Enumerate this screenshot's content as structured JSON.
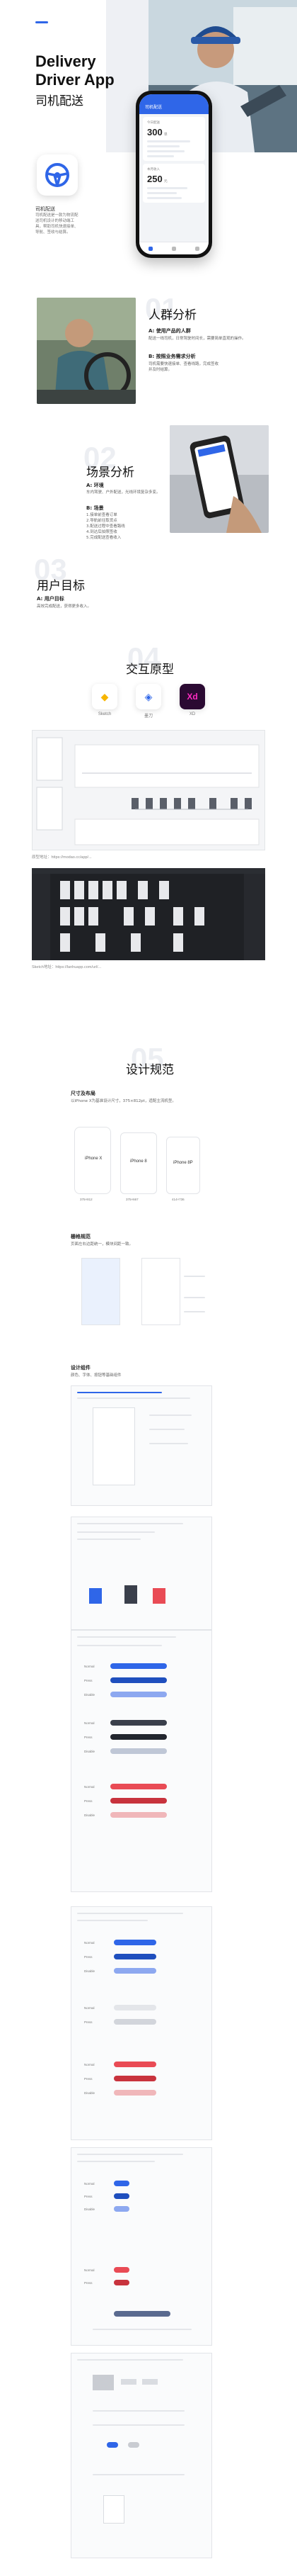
{
  "hero": {
    "title": "Delivery Driver App",
    "subtitle": "司机配送",
    "app_name": "司机配送",
    "app_desc": "司机配送是一款为物流配送司机设计的移动端工具，帮助司机快速接单、导航、签收与结算。",
    "phone": {
      "header": "司机配送",
      "card1_label": "今日配送",
      "card1_value": "300",
      "card1_unit": "单",
      "card2_label": "本月收入",
      "card2_value": "250",
      "card2_unit": "元"
    }
  },
  "persona": {
    "number": "01",
    "title": "人群分析",
    "a_title": "A: 使用产品的人群",
    "a_text": "配送一线司机，日常驾驶时间长，需要简单直观的操作。",
    "b_title": "B: 按照业务需求分析",
    "b_text": "司机需要快速接单、查看线路，完成签收并及时结算。"
  },
  "scene": {
    "number": "02",
    "title": "场景分析",
    "a_title": "A: 环境",
    "a_text": "车内驾驶、户外配送，光线环境复杂多变。",
    "b_title": "B: 场景",
    "b_items": [
      "1.接单前查看订单",
      "2.导航前往取货点",
      "3.配送过程中查看路线",
      "4.到达后拍照签收",
      "5.完成配送查看收入"
    ]
  },
  "goal": {
    "number": "03",
    "title": "用户目标",
    "a_title": "A: 用户目标",
    "a_text": "高效完成配送，获得更多收入。"
  },
  "prototype": {
    "number": "04",
    "title": "交互原型",
    "tools": [
      {
        "name": "Sketch",
        "glyph": "◆",
        "color": "#f7b500"
      },
      {
        "name": "墨刀",
        "glyph": "◈",
        "color": "#2f66e8"
      },
      {
        "name": "XD",
        "glyph": "Xd",
        "color": "#ff2bc2"
      }
    ],
    "link1": "原型地址：https://modao.cc/app/...",
    "link2": "Sketch地址：https://lanhuapp.com/url/..."
  },
  "design": {
    "number": "05",
    "title": "设计规范",
    "size_title": "尺寸及布局",
    "size_desc": "以iPhone X为基准设计尺寸，375×812pt，适配主流机型。",
    "phones": [
      {
        "label": "iPhone X",
        "caption": "375×812"
      },
      {
        "label": "iPhone 8",
        "caption": "375×667"
      },
      {
        "label": "iPhone 8P",
        "caption": "414×736"
      }
    ],
    "grid_title": "栅格规范",
    "grid_desc": "页面左右边距统一，模块间距一致。",
    "comp_title": "设计组件",
    "comp_desc": "颜色、字体、按钮等基础组件",
    "buttons": {
      "normal": "Normal",
      "press": "Press",
      "disable": "Disable"
    },
    "colors": [
      "#2f66e8",
      "#3a3f4b",
      "#e94b55",
      "#8da8f0",
      "#f0b7ba",
      "#bfc7d6"
    ]
  }
}
